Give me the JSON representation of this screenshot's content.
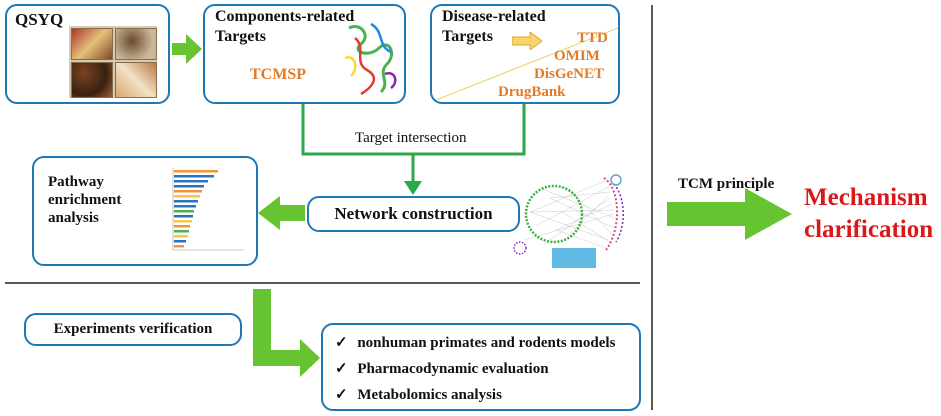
{
  "qsyq": {
    "label": "QSYQ"
  },
  "components": {
    "title_line1": "Components-related",
    "title_line2": "Targets",
    "db": "TCMSP"
  },
  "disease": {
    "title_line1": "Disease-related",
    "title_line2": "Targets",
    "db": [
      "TTD",
      "OMIM",
      "DisGeNET",
      "DrugBank"
    ]
  },
  "intersection_label": "Target intersection",
  "pathway": {
    "line1": "Pathway",
    "line2": "enrichment",
    "line3": "analysis"
  },
  "network_label": "Network construction",
  "tcm_principle": "TCM principle",
  "mechanism": {
    "line1": "Mechanism",
    "line2": "clarification"
  },
  "experiments_label": "Experiments verification",
  "verification_items": [
    "nonhuman primates and rodents models",
    "Pharmacodynamic evaluation",
    "Metabolomics analysis"
  ],
  "check_mark": "✓",
  "colors": {
    "box_border": "#1f77b4",
    "arrow": "#66c430",
    "orange_text": "#e07b2a",
    "red_text": "#d7191c"
  }
}
